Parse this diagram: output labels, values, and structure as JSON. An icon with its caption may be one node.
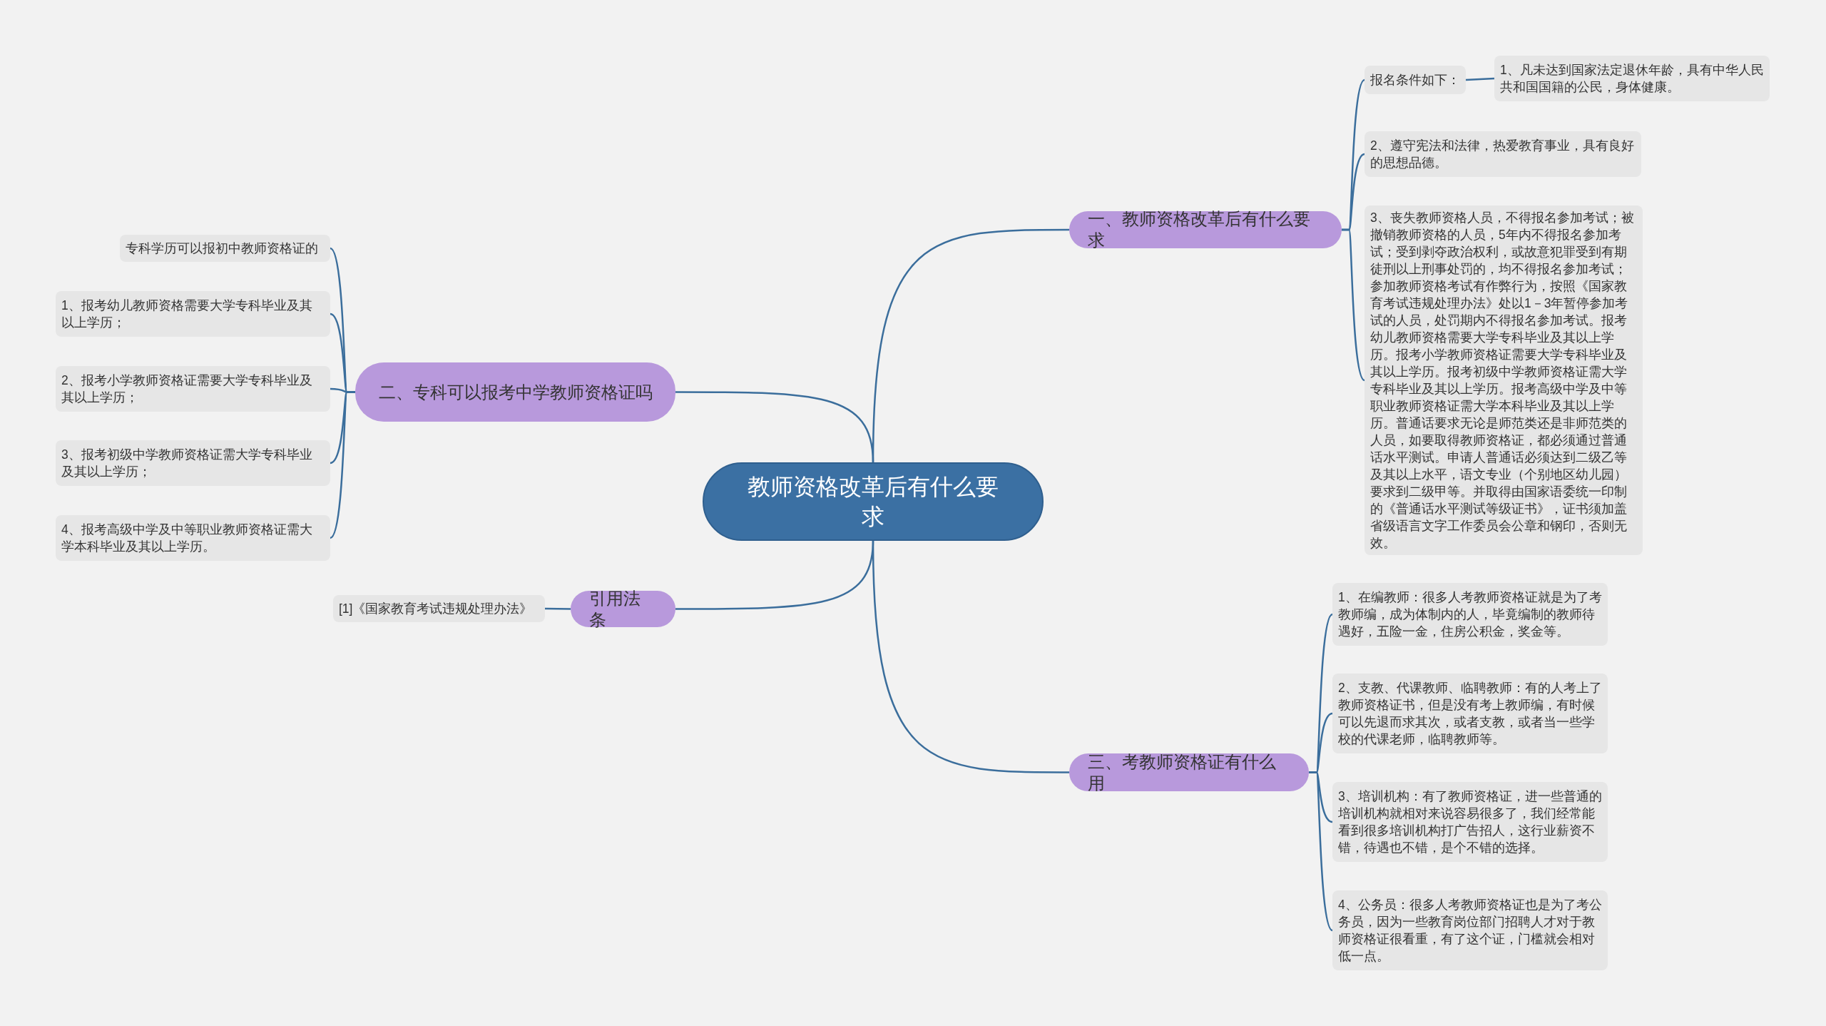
{
  "diagram": {
    "nodes": [
      {
        "text": [
          "教师资格改革后有什么要求"
        ]
      },
      {
        "text": [
          "一、教师资格改革后有什么要求"
        ]
      },
      {
        "text": [
          "报名条件如下："
        ]
      },
      {
        "text": [
          "1、凡未达到国家法定退休年龄，具有中华人民共和国国籍的公民，身体健康。"
        ]
      },
      {
        "text": [
          "2、遵守宪法和法律，热爱教育事业，具有良好的思想品德。"
        ]
      },
      {
        "text": [
          "3、丧失教师资格人员，不得报名参加考试；被撤销教师资格的人员，5年内不得报名参加考试；受到剥夺政治权利，或故意犯罪受到有期徒刑以上刑事处罚的，均不得报名参加考试；参加教师资格考试有作弊行为，按照《国家教育考试违规处理办法》处以1－3年暂停参加考试的人员，处罚期内不得报名参加考试。报考幼儿教师资格需要大学专科毕业及其以上学历。报考小学教师资格证需要大学专科毕业及其以上学历。报考初级中学教师资格证需大学专科毕业及其以上学历。报考高级中学及中等职业教师资格证需大学本科毕业及其以上学历。普通话要求无论是师范类还是非师范类的人员，如要取得教师资格证，都必须通过普通话水平测试。申请人普通话必须达到二级乙等及其以上水平，语文专业（个别地区幼儿园）要求到二级甲等。并取得由国家语委统一印制的《普通话水平测试等级证书》，证书须加盖省级语言文字工作委员会公章和钢印，否则无效。"
        ]
      },
      {
        "text": [
          "二、专科可以报考中学教师资格证吗"
        ]
      },
      {
        "text": [
          "专科学历可以报初中教师资格证的"
        ]
      },
      {
        "text": [
          "1、报考幼儿教师资格需要大学专科毕业及其以上学历；"
        ]
      },
      {
        "text": [
          "2、报考小学教师资格证需要大学专科毕业及其以上学历；"
        ]
      },
      {
        "text": [
          "3、报考初级中学教师资格证需大学专科毕业及其以上学历；"
        ]
      },
      {
        "text": [
          "4、报考高级中学及中等职业教师资格证需大学本科毕业及其以上学历。"
        ]
      },
      {
        "text": [
          "引用法条"
        ]
      },
      {
        "text": [
          "[1]《国家教育考试违规处理办法》"
        ]
      },
      {
        "text": [
          "三、考教师资格证有什么用"
        ]
      },
      {
        "text": [
          "1、在编教师：很多人考教师资格证就是为了考教师编，成为体制内的人，毕竟编制的教师待遇好，五险一金，住房公积金，奖金等。"
        ]
      },
      {
        "text": [
          "2、支教、代课教师、临聘教师：有的人考上了教师资格证书，但是没有考上教师编，有时候可以先退而求其次，或者支教，或者当一些学校的代课老师，临聘教师等。"
        ]
      },
      {
        "text": [
          "3、培训机构：有了教师资格证，进一些普通的培训机构就相对来说容易很多了，我们经常能看到很多培训机构打广告招人，这行业薪资不错，待遇也不错，是个不错的选择。"
        ]
      },
      {
        "text": [
          "4、公务员：很多人考教师资格证也是为了考公务员，因为一些教育岗位部门招聘人才对于教师资格证很看重，有了这个证，门槛就会相对低一点。"
        ]
      }
    ],
    "edges": [
      {
        "from": 0,
        "to": 1,
        "arrow": "none"
      },
      {
        "from": 1,
        "to": 2,
        "arrow": "none"
      },
      {
        "from": 2,
        "to": 3,
        "arrow": "none"
      },
      {
        "from": 1,
        "to": 4,
        "arrow": "none"
      },
      {
        "from": 1,
        "to": 5,
        "arrow": "none"
      },
      {
        "from": 0,
        "to": 6,
        "arrow": "none"
      },
      {
        "from": 6,
        "to": 7,
        "arrow": "none"
      },
      {
        "from": 6,
        "to": 8,
        "arrow": "none"
      },
      {
        "from": 6,
        "to": 9,
        "arrow": "none"
      },
      {
        "from": 6,
        "to": 10,
        "arrow": "none"
      },
      {
        "from": 6,
        "to": 11,
        "arrow": "none"
      },
      {
        "from": 0,
        "to": 12,
        "arrow": "none"
      },
      {
        "from": 12,
        "to": 13,
        "arrow": "none"
      },
      {
        "from": 0,
        "to": 14,
        "arrow": "none"
      },
      {
        "from": 14,
        "to": 15,
        "arrow": "none"
      },
      {
        "from": 14,
        "to": 16,
        "arrow": "none"
      },
      {
        "from": 14,
        "to": 17,
        "arrow": "none"
      },
      {
        "from": 14,
        "to": 18,
        "arrow": "none"
      }
    ]
  }
}
